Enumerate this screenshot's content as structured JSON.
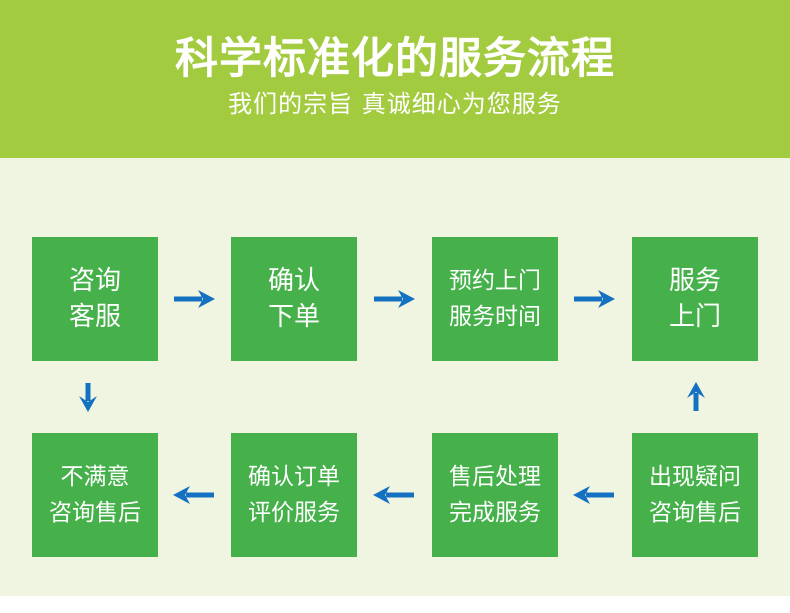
{
  "banner": {
    "title": "科学标准化的服务流程",
    "subtitle": "我们的宗旨 真诚细心为您服务"
  },
  "colors": {
    "banner_bg": "#A3CB40",
    "flow_bg": "#F0F5E1",
    "box_bg": "#46B14B",
    "arrow_blue": "#1470C0",
    "text_white": "#FFFFFF"
  },
  "flow": {
    "top_row": [
      {
        "line1": "咨询",
        "line2": "客服"
      },
      {
        "line1": "确认",
        "line2": "下单"
      },
      {
        "line1": "预约上门",
        "line2": "服务时间"
      },
      {
        "line1": "服务",
        "line2": "上门"
      }
    ],
    "bottom_row": [
      {
        "line1": "不满意",
        "line2": "咨询售后"
      },
      {
        "line1": "确认订单",
        "line2": "评价服务"
      },
      {
        "line1": "售后处理",
        "line2": "完成服务"
      },
      {
        "line1": "出现疑问",
        "line2": "咨询售后"
      }
    ]
  }
}
